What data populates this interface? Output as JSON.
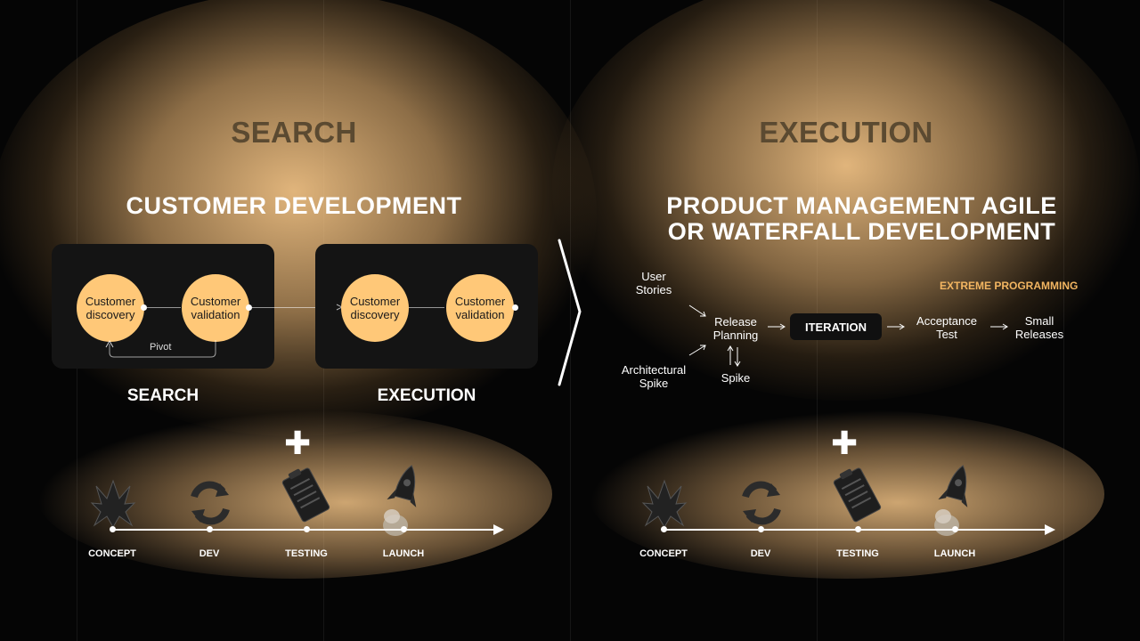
{
  "left": {
    "phase_title": "SEARCH",
    "heading": "CUSTOMER DEVELOPMENT",
    "search_box": {
      "circle_1": "Customer discovery",
      "circle_2": "Customer validation",
      "pivot_label": "Pivot"
    },
    "execution_box": {
      "circle_1": "Customer discovery",
      "circle_2": "Customer validation"
    },
    "search_label": "SEARCH",
    "execution_label": "EXECUTION",
    "timeline": [
      "CONCEPT",
      "DEV",
      "TESTING",
      "LAUNCH"
    ]
  },
  "right": {
    "phase_title": "EXECUTION",
    "heading_line1": "PRODUCT MANAGEMENT AGILE",
    "heading_line2": "OR WATERFALL DEVELOPMENT",
    "xp_label": "EXTREME PROGRAMMING",
    "flow": {
      "user_stories": "User Stories",
      "architectural_spike": "Architectural Spike",
      "release_planning": "Release Planning",
      "spike": "Spike",
      "iteration": "ITERATION",
      "acceptance_test": "Acceptance Test",
      "small_releases": "Small Releases"
    },
    "timeline": [
      "CONCEPT",
      "DEV",
      "TESTING",
      "LAUNCH"
    ]
  },
  "colors": {
    "background": "#050505",
    "accent": "#ffc878",
    "phase_title": "#5b4a31",
    "xp_accent": "#f2b561"
  },
  "icons": [
    "concept-sculpture-icon",
    "dev-refresh-icon",
    "testing-clipboard-icon",
    "launch-rocket-icon",
    "plus-icon",
    "chevron-right-icon"
  ]
}
